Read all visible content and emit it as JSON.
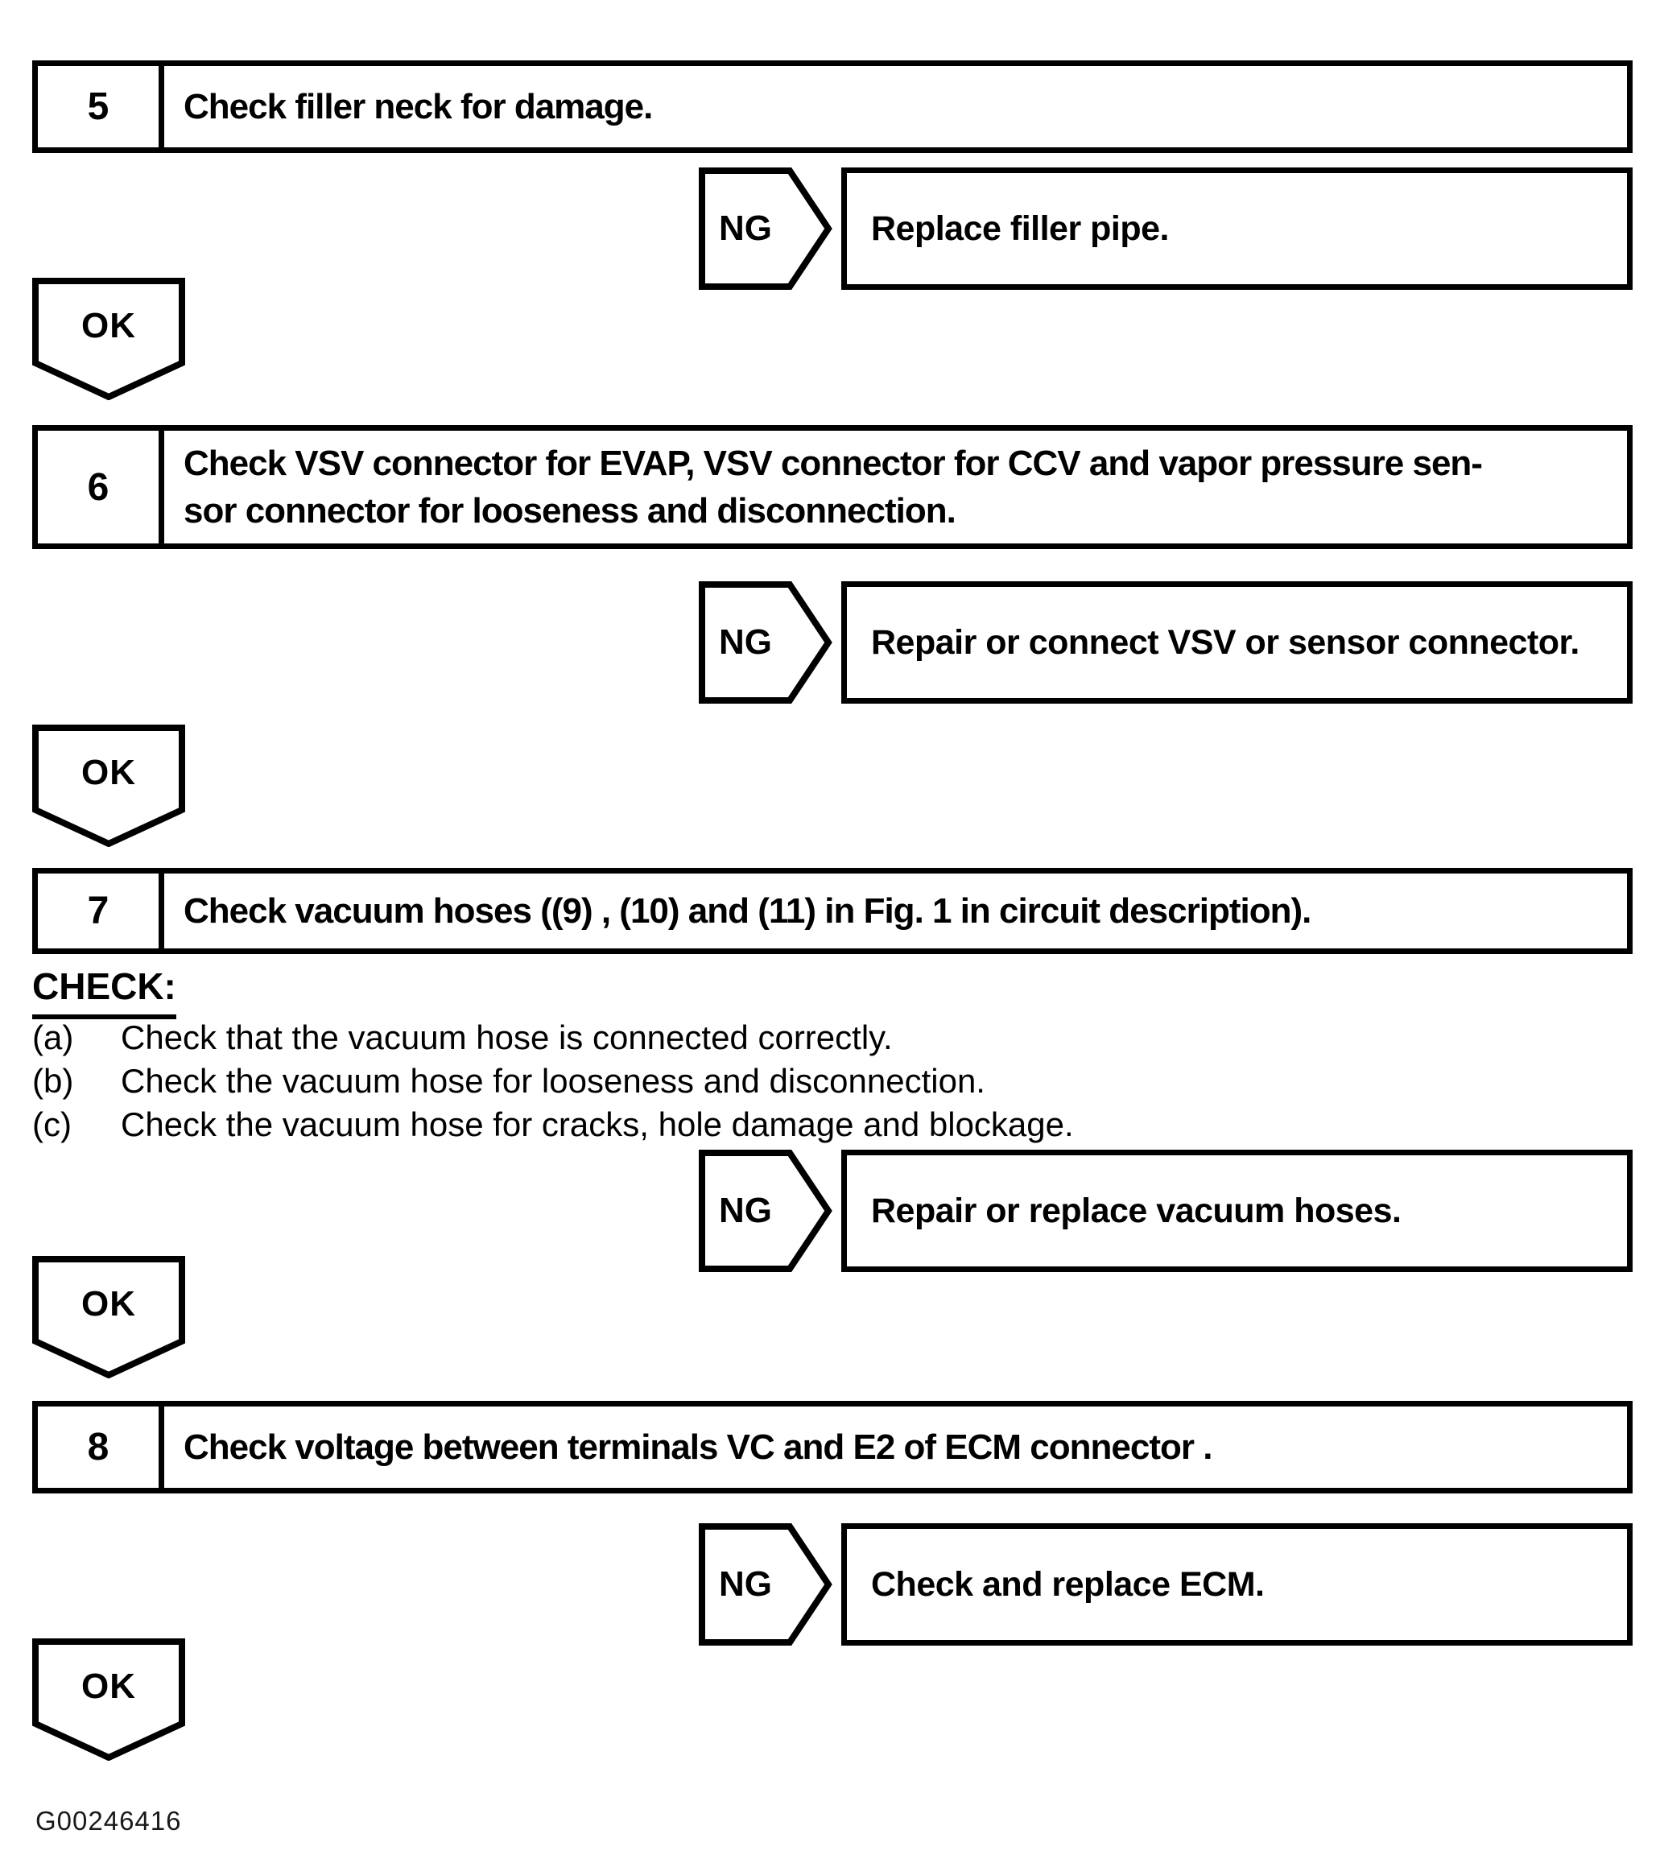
{
  "colors": {
    "ink": "#000000",
    "paper": "#ffffff"
  },
  "flowchart": {
    "ng_label": "NG",
    "ok_label": "OK",
    "steps": [
      {
        "number": "5",
        "lines": [
          "Check filler neck for damage."
        ],
        "ng_action": "Replace filler pipe."
      },
      {
        "number": "6",
        "lines": [
          "Check VSV connector for EVAP, VSV connector for CCV and vapor pressure sen-",
          "sor connector for looseness and disconnection."
        ],
        "ng_action": "Repair or connect VSV or sensor connector."
      },
      {
        "number": "7",
        "lines": [
          "Check vacuum hoses ((9) , (10) and (11) in Fig. 1 in circuit description)."
        ],
        "ng_action": "Repair or replace vacuum hoses."
      },
      {
        "number": "8",
        "lines": [
          "Check voltage between terminals VC and E2 of ECM connector ."
        ],
        "ng_action": "Check and replace ECM."
      }
    ],
    "check_section": {
      "heading": "CHECK:",
      "items": [
        {
          "label": "(a)",
          "text": "Check that the vacuum hose is connected correctly."
        },
        {
          "label": "(b)",
          "text": "Check the vacuum hose for looseness and disconnection."
        },
        {
          "label": "(c)",
          "text": "Check the vacuum hose for cracks, hole damage and blockage."
        }
      ]
    },
    "footer_code": "G00246416"
  }
}
